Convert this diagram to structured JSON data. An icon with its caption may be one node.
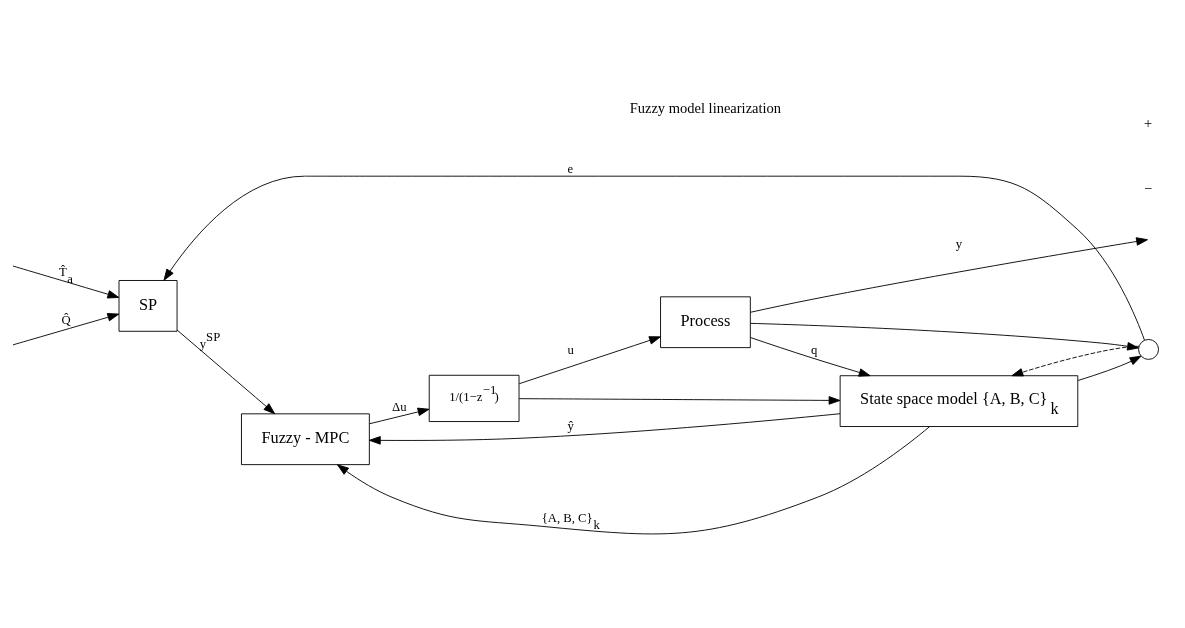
{
  "diagram": {
    "nodes": [
      {
        "text": [
          "SP"
        ]
      },
      {
        "text": [
          "Fuzzy - MPC"
        ]
      },
      {
        "text": [
          "1/(1−z$^{−1}$)"
        ]
      },
      {
        "text": [
          "Process"
        ]
      },
      {
        "text": [
          "State space model {A, B, C}$_{k}$"
        ]
      },
      {
        "text": [],
        "shape": "circle"
      }
    ],
    "edges": [
      {
        "from": null,
        "to": 0,
        "arrow": "to",
        "label": "T̂$_{a}$"
      },
      {
        "from": null,
        "to": 0,
        "arrow": "to",
        "label": "Q̂"
      },
      {
        "from": 0,
        "to": 1,
        "arrow": "to",
        "label": "y$^{SP}$"
      },
      {
        "from": 1,
        "to": 2,
        "arrow": "to",
        "label": "Δu"
      },
      {
        "from": 2,
        "to": 3,
        "arrow": "to",
        "label": "u"
      },
      {
        "from": 2,
        "to": 4,
        "arrow": "to"
      },
      {
        "from": 3,
        "to": null,
        "arrow": "to",
        "label": "y"
      },
      {
        "from": 3,
        "to": 5,
        "arrow": "to"
      },
      {
        "from": 3,
        "to": 4,
        "arrow": "to",
        "label": "q"
      },
      {
        "from": 4,
        "to": 1,
        "arrow": "to",
        "label": "{A, B, C}$_{k}$"
      },
      {
        "from": 4,
        "to": 5,
        "arrow": "to"
      },
      {
        "from": 4,
        "to": 1,
        "arrow": "to",
        "label": "ŷ"
      },
      {
        "from": 5,
        "to": 0,
        "arrow": "to",
        "label": "e"
      },
      {
        "from": 5,
        "to": 4,
        "arrow": "to",
        "style": "dashed"
      }
    ],
    "labels": [
      "Fuzzy model linearization",
      "−",
      "+"
    ]
  }
}
